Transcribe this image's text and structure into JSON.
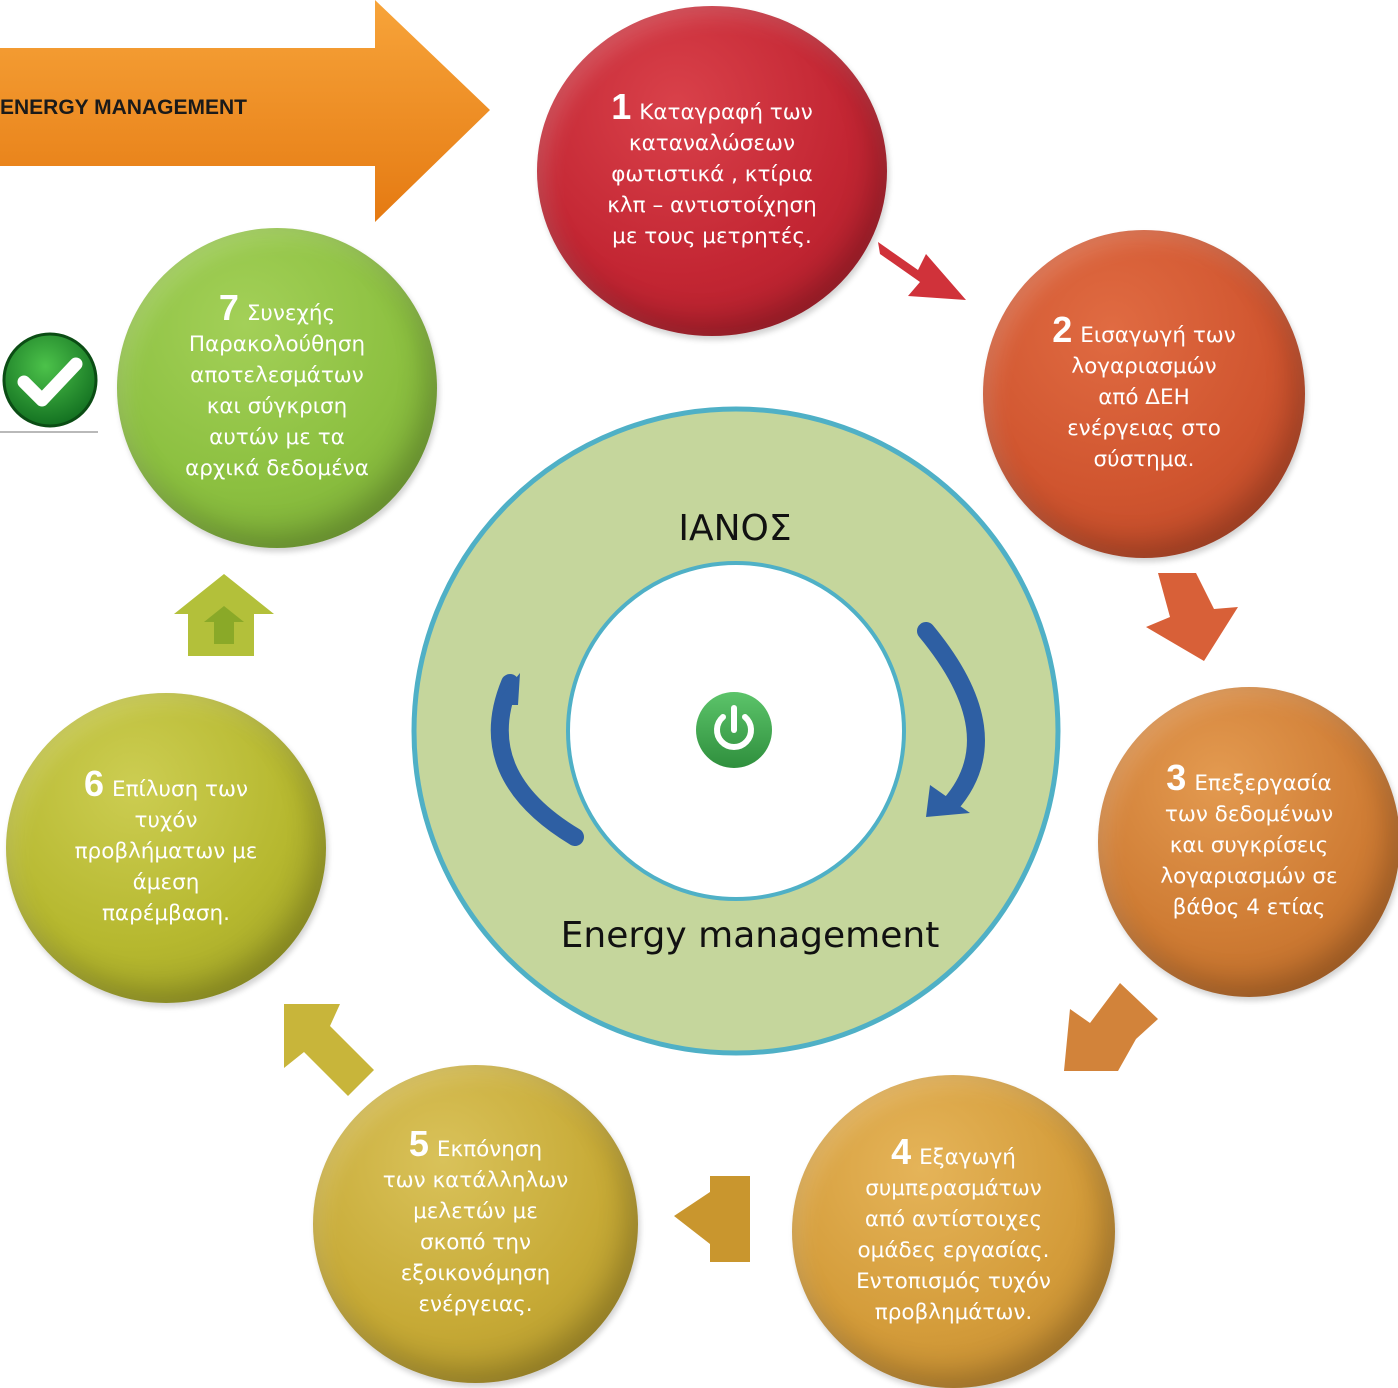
{
  "banner": {
    "label": "ENERGY MANAGEMENT"
  },
  "center": {
    "title": "ΙΑΝΟΣ",
    "subtitle": "Energy management"
  },
  "steps": [
    {
      "number": "1",
      "lines": [
        "Καταγραφή των",
        "καταναλώσεων",
        "φωτιστικά , κτίρια",
        "κλπ – αντιστοίχηση",
        "με τους μετρητές."
      ]
    },
    {
      "number": "2",
      "lines": [
        "Εισαγωγή των",
        "λογαριασμών",
        "από ΔΕΗ",
        "ενέργειας στο",
        "σύστημα."
      ]
    },
    {
      "number": "3",
      "lines": [
        "Επεξεργασία",
        "των δεδομένων",
        "και  συγκρίσεις",
        "λογαριασμών σε",
        "βάθος 4 ετίας"
      ]
    },
    {
      "number": "4",
      "lines": [
        "Εξαγωγή",
        "συμπερασμάτων",
        "από αντίστοιχες",
        "ομάδες εργασίας.",
        "Εντοπισμός τυχόν",
        "προβλημάτων."
      ]
    },
    {
      "number": "5",
      "lines": [
        "Εκπόνηση",
        "των  κατάλληλων",
        "μελετών με",
        "σκοπό την",
        "εξοικονόμηση",
        "ενέργειας."
      ]
    },
    {
      "number": "6",
      "lines": [
        "Επίλυση των",
        "τυχόν",
        "προβλήματων  με",
        "άμεση",
        "παρέμβαση."
      ]
    },
    {
      "number": "7",
      "lines": [
        "Συνεχής",
        "Παρακολούθηση",
        "αποτελεσμάτων",
        "και σύγκριση",
        "αυτών με τα",
        "αρχικά δεδομένα"
      ]
    }
  ],
  "colors": {
    "step1": "#c32633",
    "step2": "#d0552f",
    "step3": "#cf7c34",
    "step4": "#d49c3a",
    "step5": "#c7aa36",
    "step6": "#b6b82f",
    "step7": "#8cc040",
    "banner": "#f08a1e",
    "ring_outer": "#4fb0c6",
    "ring_fill": "#c5d69c",
    "cycle_arrows": "#2e5fa3",
    "power": "#3aa04a",
    "check": "#1e8a2a"
  },
  "icons": [
    "power-icon",
    "checkmark-icon",
    "home-icon"
  ]
}
